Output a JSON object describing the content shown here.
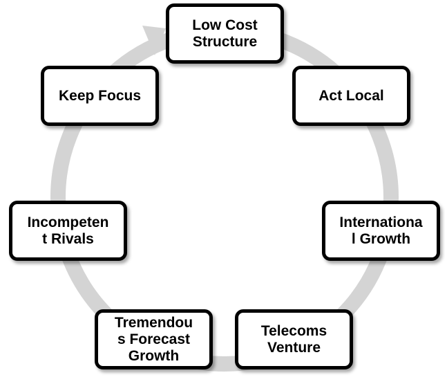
{
  "diagram": {
    "ring_color": "#d4d4d4",
    "node_border_color": "#000000",
    "node_fill_color": "#ffffff",
    "arrow_icon": "cycle-arrow-icon",
    "nodes": [
      {
        "id": "low-cost-structure",
        "label": "Low Cost\nStructure"
      },
      {
        "id": "act-local",
        "label": "Act Local"
      },
      {
        "id": "international-growth",
        "label": "Internationa\nl Growth"
      },
      {
        "id": "telecoms-venture",
        "label": "Telecoms\nVenture"
      },
      {
        "id": "tremendous-forecast-growth",
        "label": "Tremendou\ns Forecast\nGrowth"
      },
      {
        "id": "incompetent-rivals",
        "label": "Incompeten\nt Rivals"
      },
      {
        "id": "keep-focus",
        "label": "Keep Focus"
      }
    ]
  }
}
